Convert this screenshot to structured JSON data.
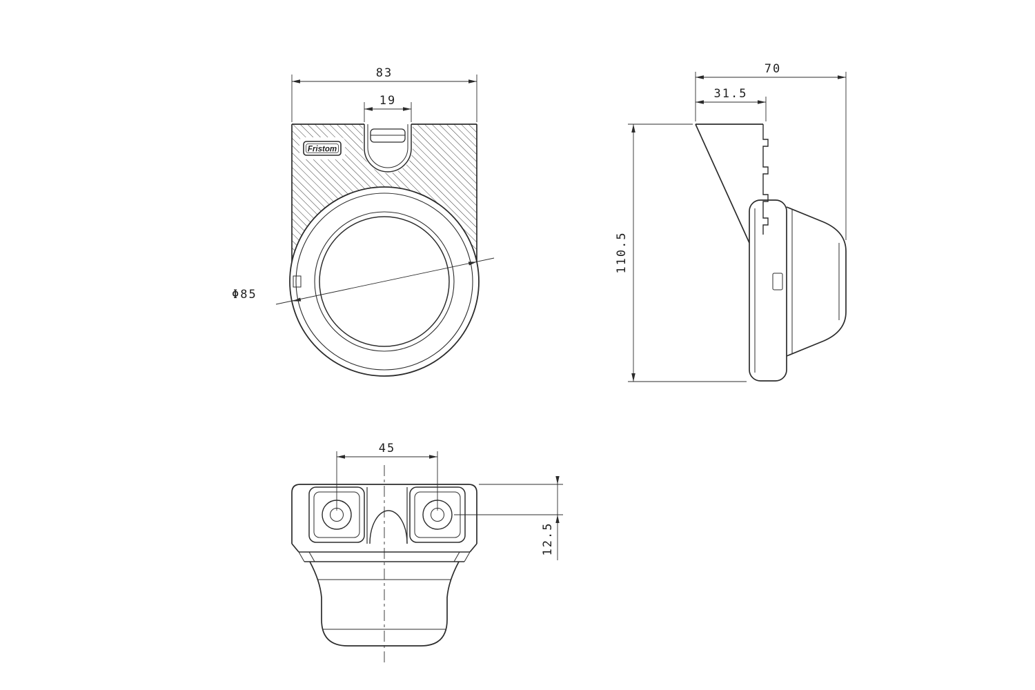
{
  "drawing": {
    "brand_plate": {
      "label": "Fristom"
    },
    "views": {
      "front": {
        "dims": {
          "overall_width": "83",
          "slot_width": "19",
          "lens_diameter": "Φ85"
        }
      },
      "side": {
        "dims": {
          "overall_depth": "70",
          "bracket_depth": "31.5",
          "overall_height": "110.5"
        }
      },
      "bottom": {
        "dims": {
          "hole_spacing": "45",
          "hole_center_offset": "12.5"
        }
      }
    },
    "colors": {
      "line": "#2b2b2b",
      "background": "#ffffff"
    }
  }
}
